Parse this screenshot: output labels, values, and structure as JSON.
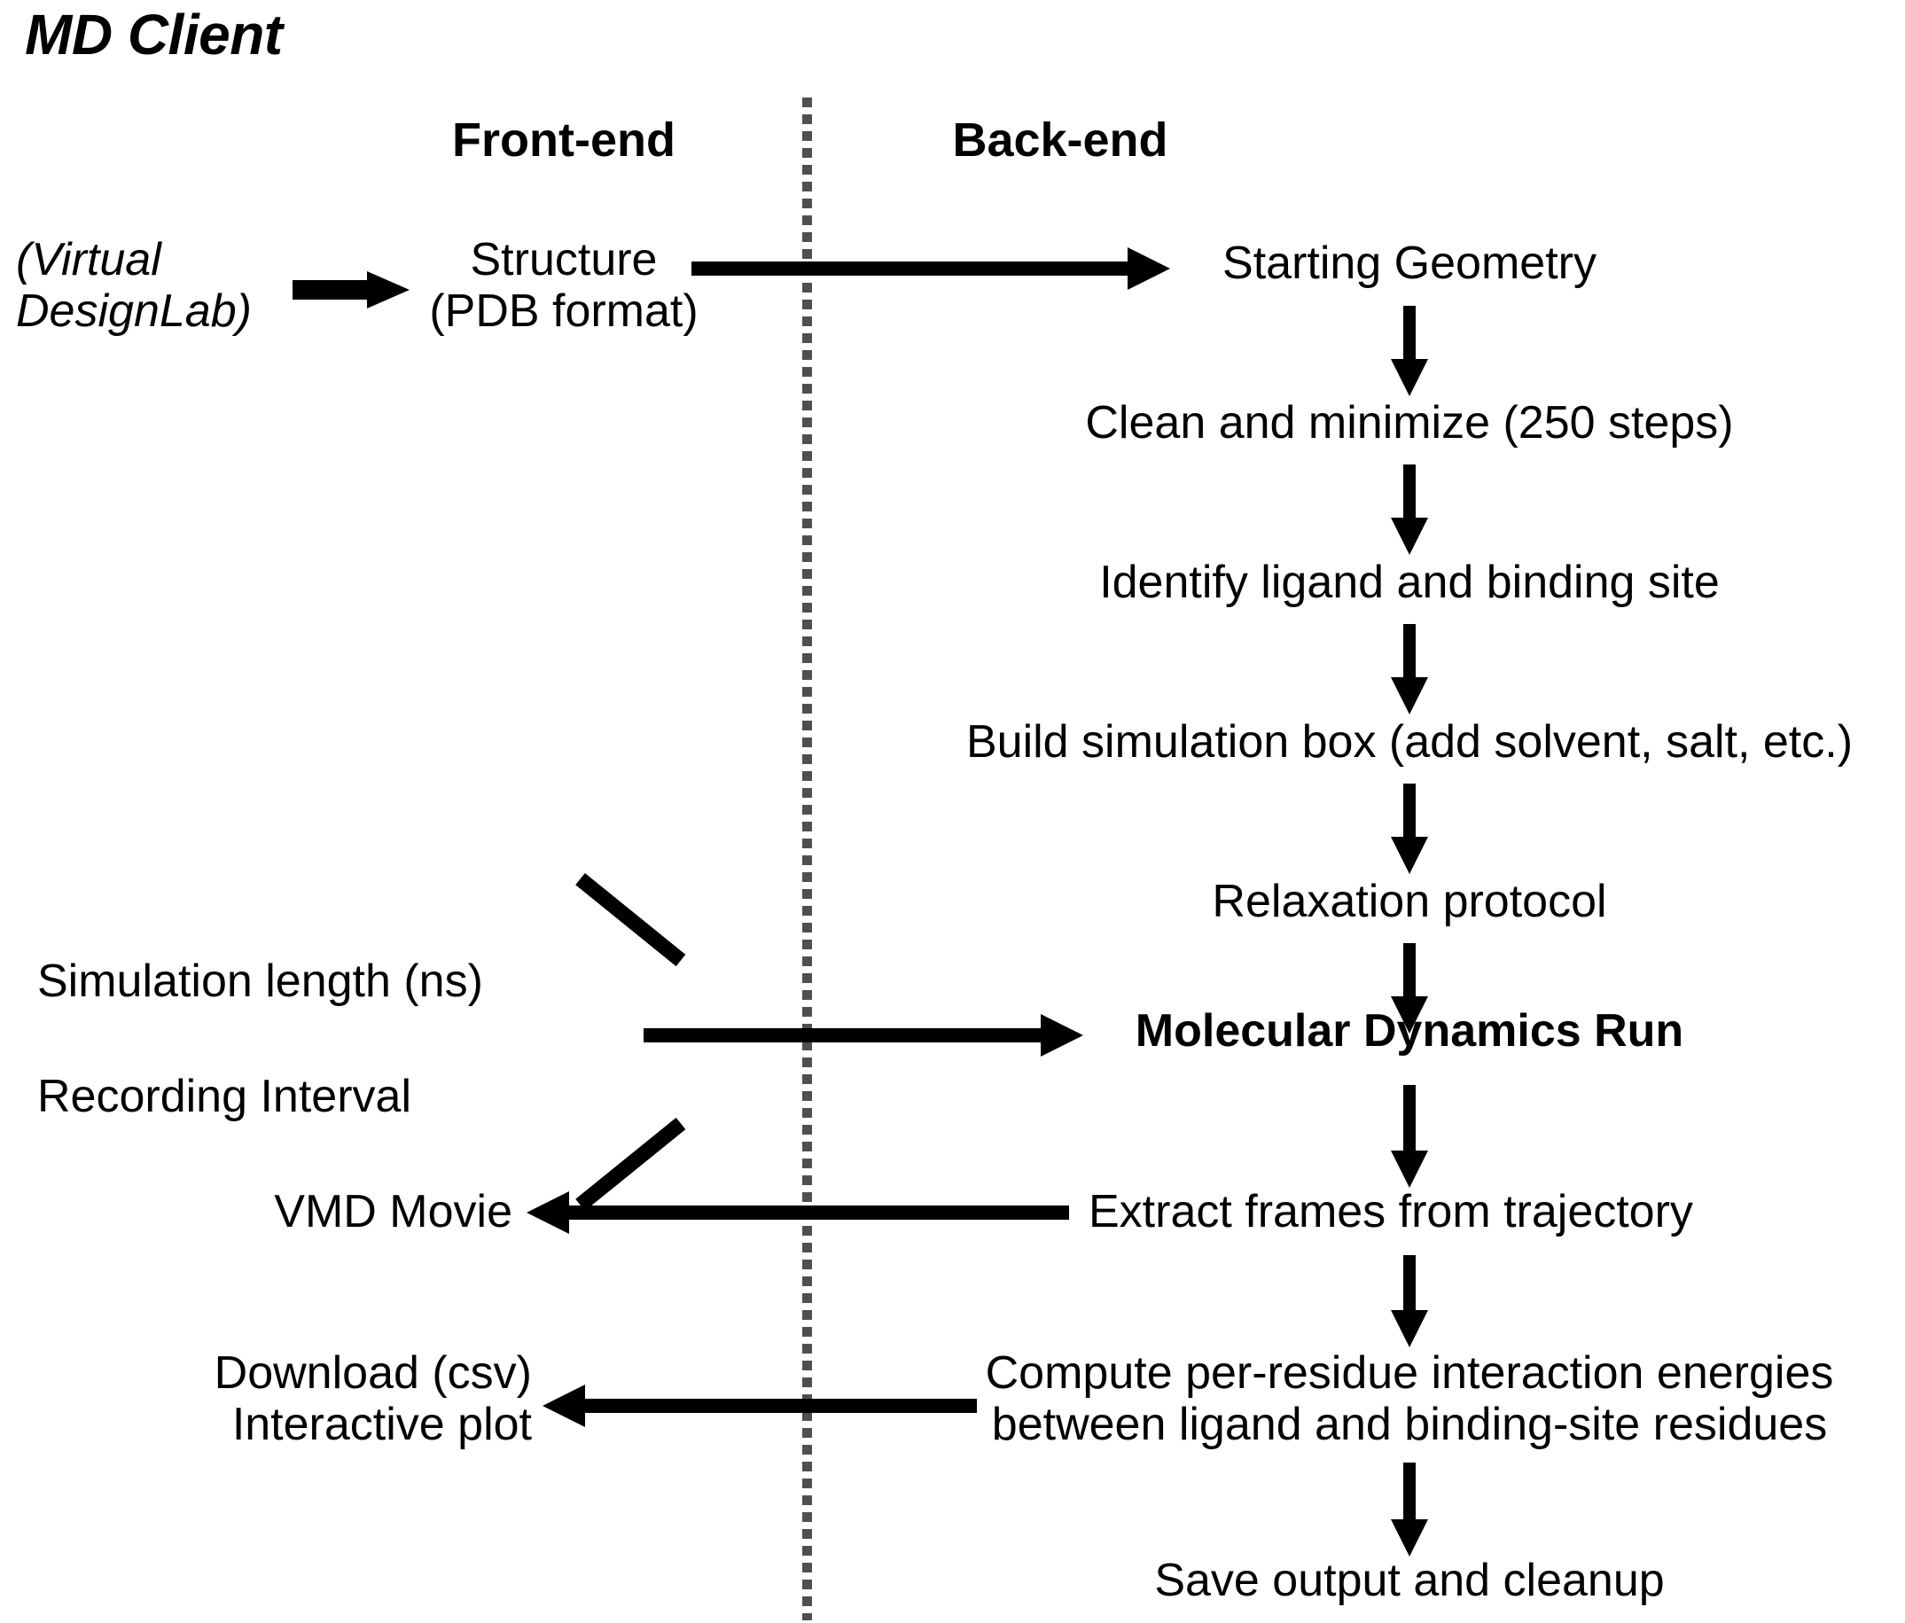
{
  "title": "MD Client",
  "columns": {
    "front_end": "Front-end",
    "back_end": "Back-end"
  },
  "front_end_nodes": {
    "source": "(Virtual\nDesignLab)",
    "structure": "Structure\n(PDB format)",
    "sim_length": "Simulation length (ns)",
    "recording_interval": "Recording Interval",
    "vmd_movie": "VMD Movie",
    "download": "Download (csv)\nInteractive plot"
  },
  "back_end_nodes": {
    "starting_geometry": "Starting Geometry",
    "clean_minimize": "Clean and minimize (250 steps)",
    "identify_ligand": "Identify ligand and binding site",
    "build_box": "Build simulation box (add solvent, salt, etc.)",
    "relaxation": "Relaxation protocol",
    "md_run": "Molecular Dynamics Run",
    "extract_frames": "Extract frames from trajectory",
    "compute_energies": "Compute per-residue interaction energies\nbetween ligand and binding-site residues",
    "save_output": "Save output and cleanup"
  },
  "colors": {
    "ink": "#000000",
    "divider": "#4f4f4f",
    "background": "#ffffff"
  }
}
